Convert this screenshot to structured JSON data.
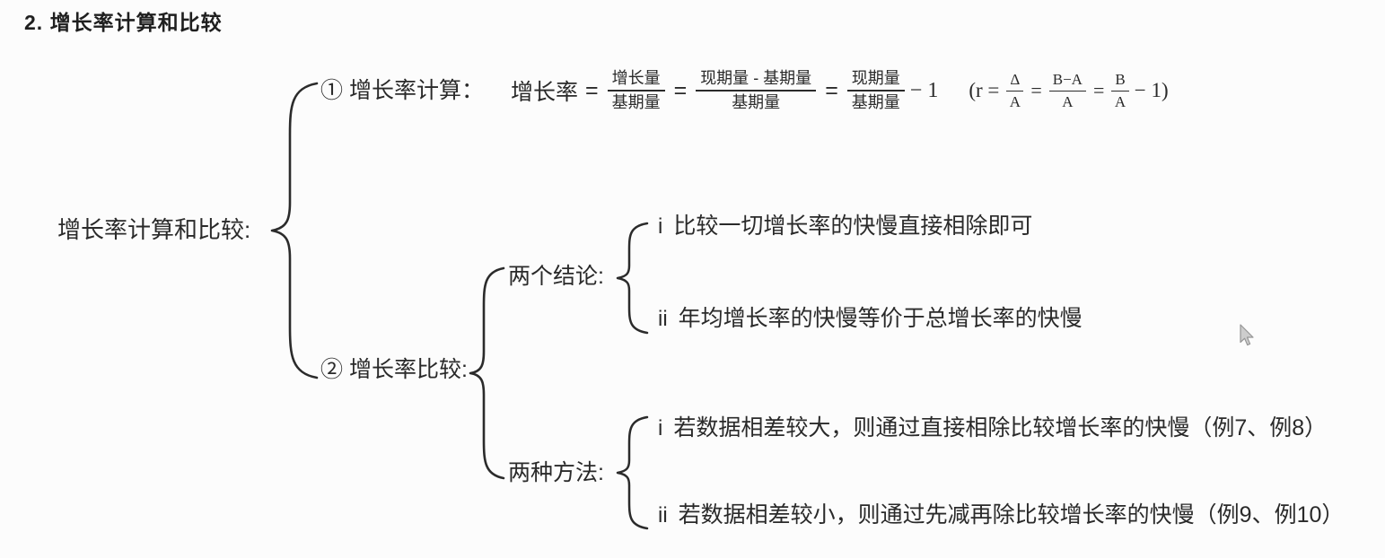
{
  "page": {
    "title": "2. 增长率计算和比较",
    "background_color": "#fcfcfc",
    "text_color": "#2a2a2a",
    "cursor_icon": "mouse-arrow-icon"
  },
  "tree": {
    "root_label": "增长率计算和比较:",
    "branch_calc": {
      "label": "① 增长率计算：",
      "formula": {
        "lead": "增长率",
        "eq": "=",
        "fractions": [
          {
            "num": "增长量",
            "den": "基期量"
          },
          {
            "num": "现期量 - 基期量",
            "den": "基期量"
          },
          {
            "num": "现期量",
            "den": "基期量"
          }
        ],
        "tail": "− 1",
        "algebra": {
          "open": "(r =",
          "eq": "=",
          "fractions": [
            {
              "num": "Δ",
              "den": "A"
            },
            {
              "num": "B−A",
              "den": "A"
            },
            {
              "num": "B",
              "den": "A"
            }
          ],
          "tail": "− 1)"
        }
      }
    },
    "branch_compare": {
      "label": "② 增长率比较:",
      "groups": [
        {
          "label": "两个结论:",
          "items": [
            {
              "marker": "i",
              "text": "比较一切增长率的快慢直接相除即可"
            },
            {
              "marker": "ii",
              "text": "年均增长率的快慢等价于总增长率的快慢"
            }
          ]
        },
        {
          "label": "两种方法:",
          "items": [
            {
              "marker": "i",
              "text": "若数据相差较大，则通过直接相除比较增长率的快慢（例7、例8）"
            },
            {
              "marker": "ii",
              "text": "若数据相差较小，则通过先减再除比较增长率的快慢（例9、例10）"
            }
          ]
        }
      ]
    }
  }
}
